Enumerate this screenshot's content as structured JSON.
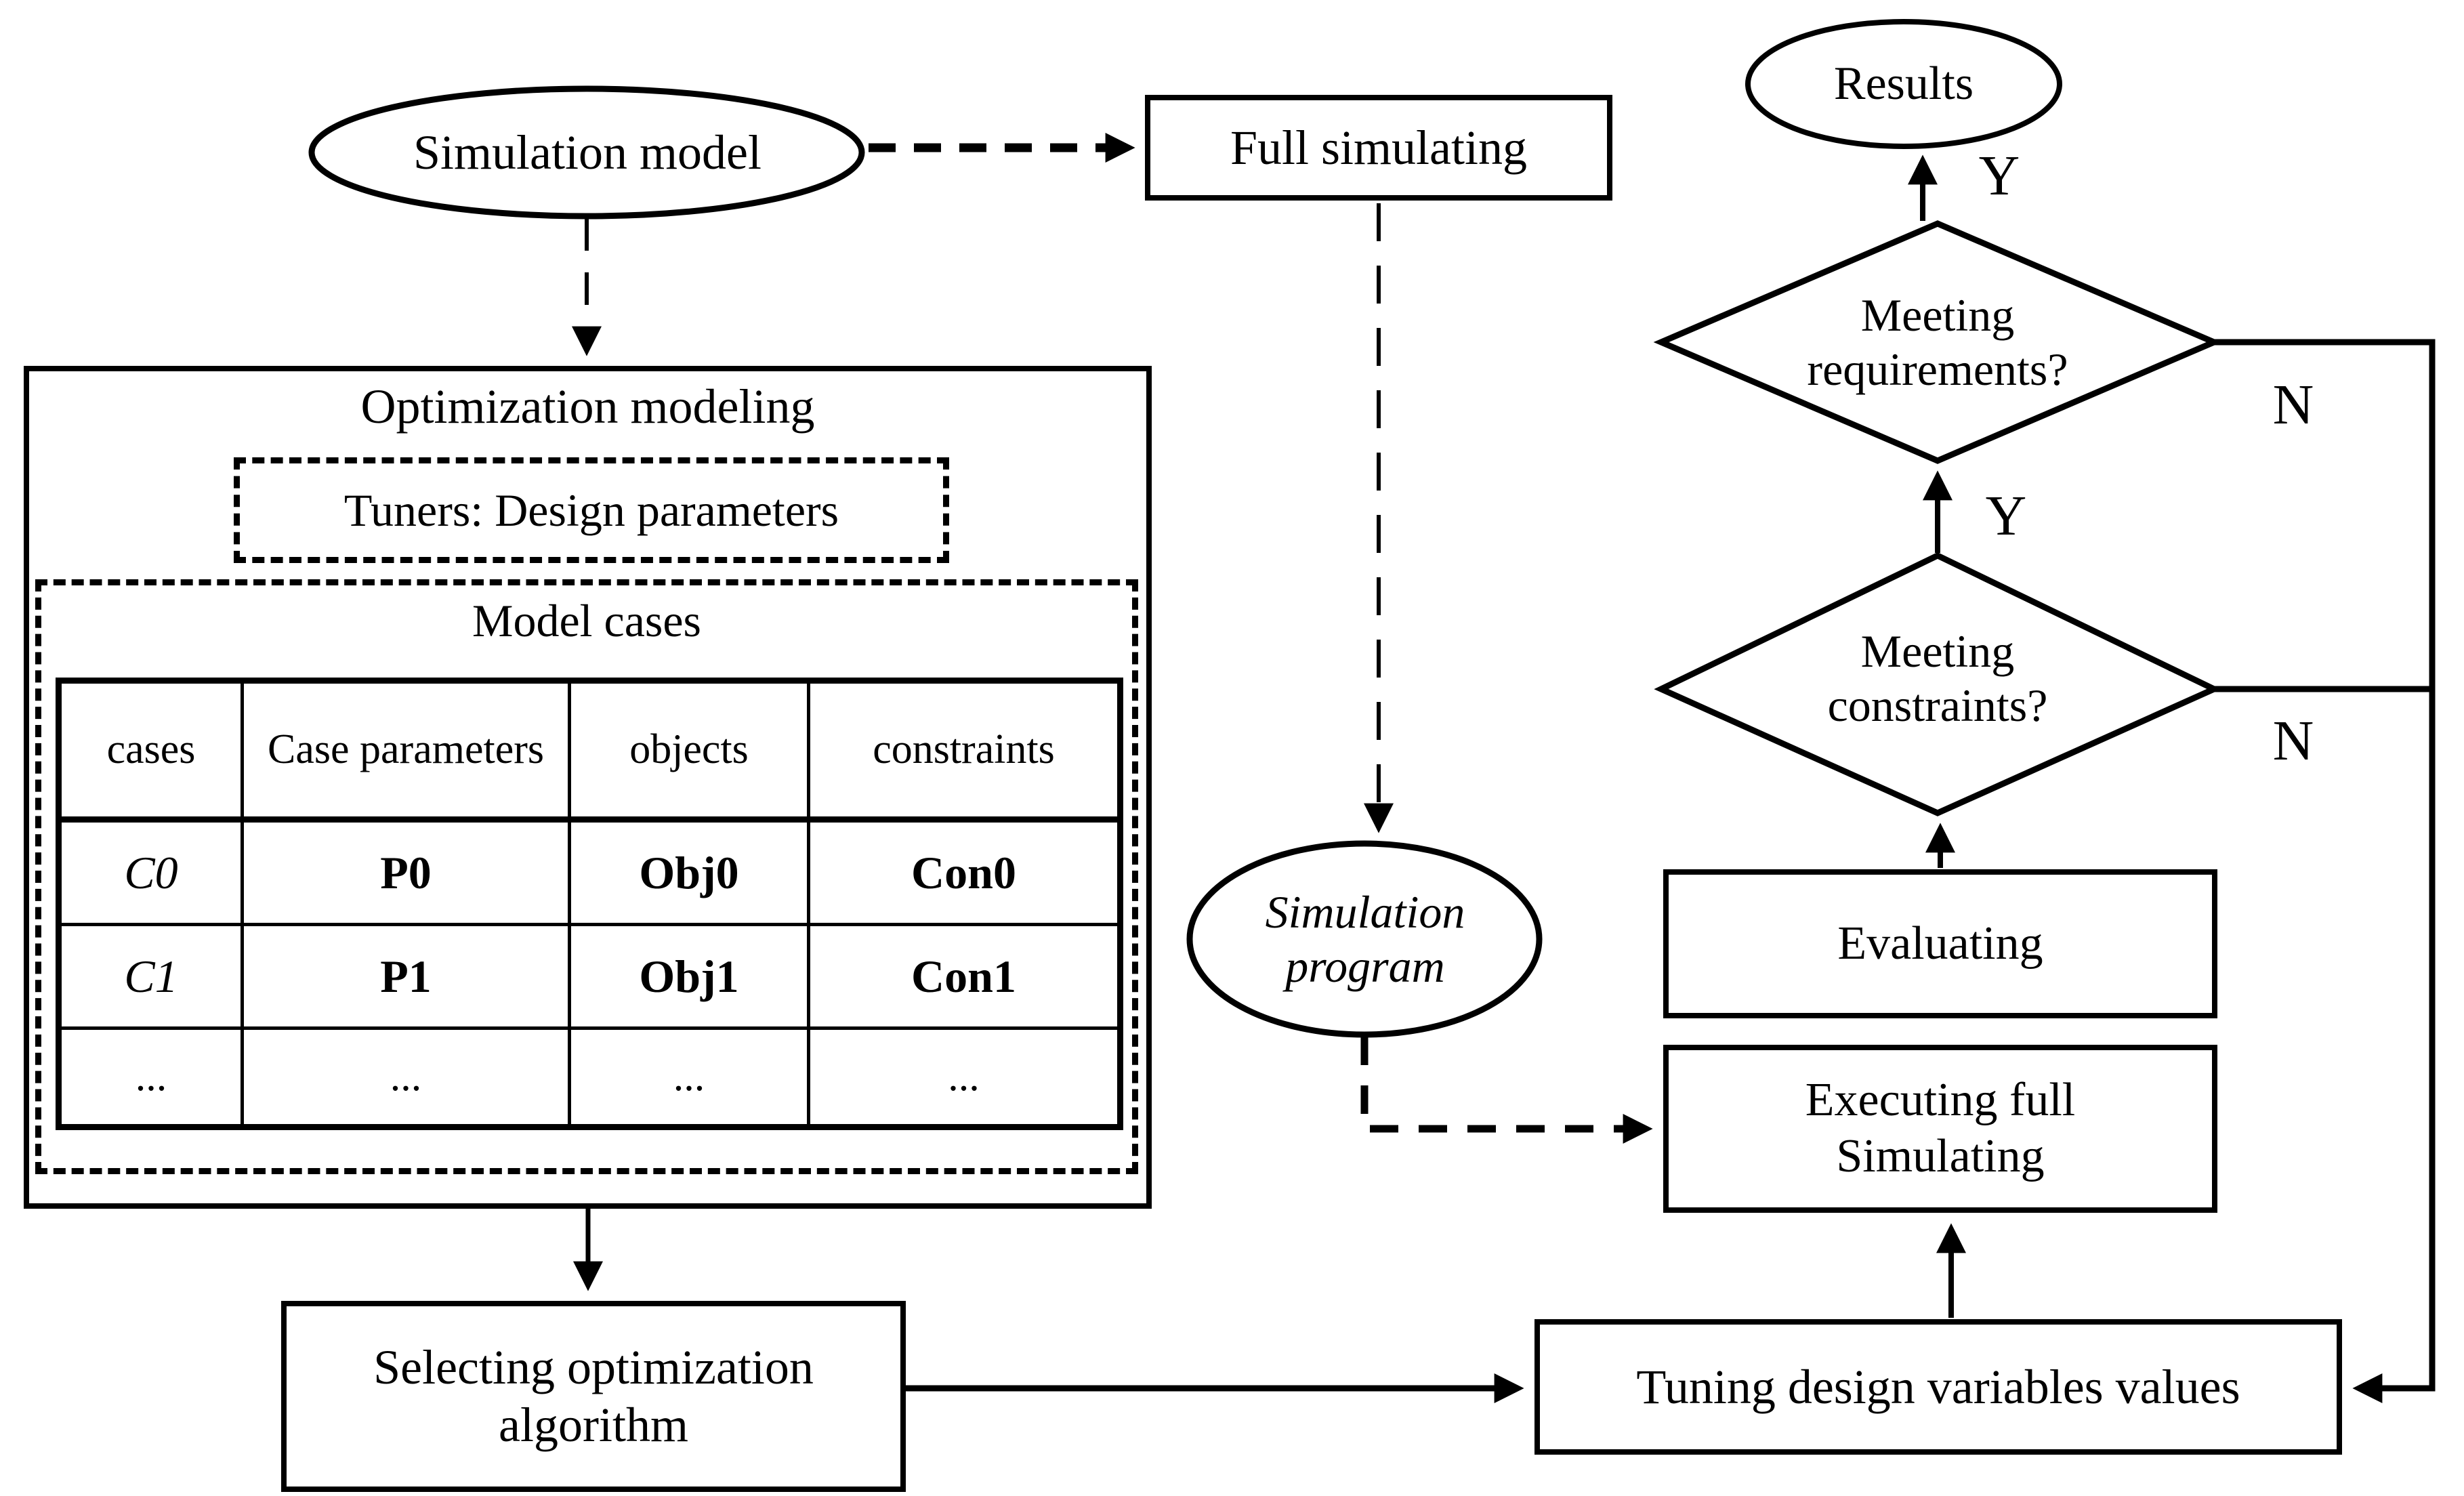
{
  "nodes": {
    "simulation_model": "Simulation model",
    "full_simulating": "Full simulating",
    "optimization_modeling": "Optimization modeling",
    "tuners": "Tuners: Design parameters",
    "model_cases": "Model cases",
    "selecting_line1": "Selecting optimization",
    "selecting_line2": "algorithm",
    "simulation_program_line1": "Simulation",
    "simulation_program_line2": "program",
    "evaluating": "Evaluating",
    "executing_line1": "Executing full",
    "executing_line2": "Simulating",
    "tuning": "Tuning design variables values",
    "meeting_constraints_line1": "Meeting",
    "meeting_constraints_line2": "constraints?",
    "meeting_requirements_line1": "Meeting",
    "meeting_requirements_line2": "requirements?",
    "results": "Results"
  },
  "branch_labels": {
    "yes_requirements": "Y",
    "no_requirements": "N",
    "yes_constraints": "Y",
    "no_constraints": "N"
  },
  "table": {
    "headers": [
      "cases",
      "Case parameters",
      "objects",
      "constraints"
    ],
    "rows": [
      [
        "C0",
        "P0",
        "Obj0",
        "Con0"
      ],
      [
        "C1",
        "P1",
        "Obj1",
        "Con1"
      ],
      [
        "...",
        "...",
        "...",
        "..."
      ]
    ]
  },
  "colors": {
    "ink": "#000000",
    "background": "#ffffff"
  }
}
